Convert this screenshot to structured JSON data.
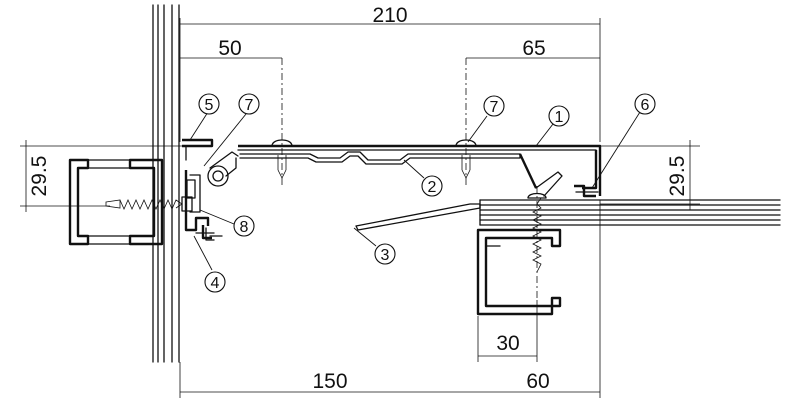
{
  "dimensions": {
    "top_total": "210",
    "top_left": "50",
    "top_right": "65",
    "left_height": "29.5",
    "right_height": "29.5",
    "bottom_left": "150",
    "bottom_right": "60",
    "inner_width": "30"
  },
  "callouts": [
    "1",
    "2",
    "3",
    "4",
    "5",
    "6",
    "7",
    "7",
    "8"
  ],
  "colors": {
    "line": "#111111",
    "background": "#ffffff"
  }
}
